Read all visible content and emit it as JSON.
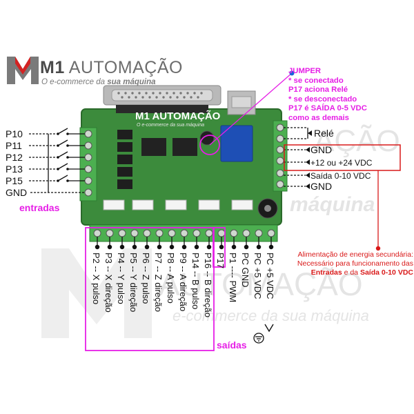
{
  "brand": {
    "title_bold": "M1",
    "title_rest": " AUTOMAÇÃO",
    "subtitle_pre": "O e-commerce da ",
    "subtitle_bold": "sua máquina"
  },
  "watermark": {
    "line1": "AÇÃO",
    "line2": "máquina",
    "line3": "AUTOMAÇÃO",
    "line4": "e-commerce da sua máquina"
  },
  "board": {
    "logo": "M1 AUTOMAÇÃO",
    "logo_sub": "O e-commerce da sua máquina"
  },
  "jumper": {
    "title": "JUMPER",
    "line1": "* se conectado",
    "line2": "P17 aciona Relé",
    "line3": "* se desconectado",
    "line4": "P17 é SAÍDA 0-5 VDC",
    "line5": "como as demais"
  },
  "inputs": [
    "P10",
    "P11",
    "P12",
    "P13",
    "P15",
    "GND"
  ],
  "inputs_label": "entradas",
  "right_labels": [
    "Relé",
    "GND",
    "+12 ou +24 VDC",
    "Saída 0-10 VDC",
    "GND"
  ],
  "outputs": [
    "P2 -- X pulso",
    "P3 -- X direção",
    "P4 -- Y pulso",
    "P5 -- Y direção",
    "P6 -- Z pulso",
    "P7 -- Z direção",
    "P8 -- A pulso",
    "P9 -- A direção",
    "P14 -- B pulso",
    "P16 -- B direção",
    "P17",
    "P1 ---- PWM",
    "PC GND",
    "PC +5 VDC",
    "PC +5 VDC"
  ],
  "outputs_label": "saídas",
  "power_note": {
    "line1": "Alimentação de energia secundária:",
    "line2": "Necessário para funcionamento das",
    "line3_bold_a": "Entradas",
    "line3_mid": " e da ",
    "line3_bold_b": "Saída 0-10 VDC"
  },
  "colors": {
    "board_green": "#3c8b3c",
    "terminal_green": "#4caf50",
    "magenta": "#e61ee6",
    "red": "#d91818",
    "relay_blue": "#1e4fb5"
  }
}
